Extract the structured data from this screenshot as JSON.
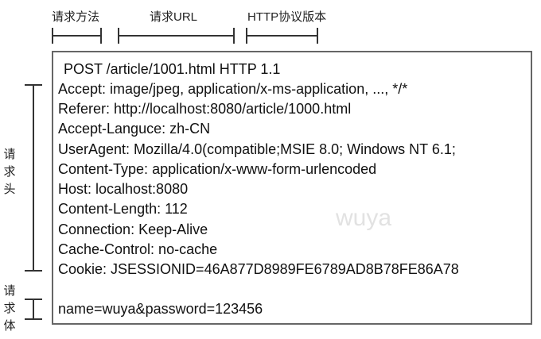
{
  "top_labels": {
    "method": "请求方法",
    "url": "请求URL",
    "protocol": "HTTP协议版本"
  },
  "side_labels": {
    "headers": [
      "请",
      "求",
      "头"
    ],
    "body": [
      "请",
      "求",
      "体"
    ]
  },
  "request": {
    "request_line": "POST /article/1001.html HTTP 1.1",
    "headers": [
      "Accept: image/jpeg, application/x-ms-application, ..., */*",
      "Referer: http://localhost:8080/article/1000.html",
      "Accept-Languce: zh-CN",
      "UserAgent: Mozilla/4.0(compatible;MSIE 8.0; Windows NT 6.1;",
      "Content-Type: application/x-www-form-urlencoded",
      "Host: localhost:8080",
      "Content-Length: 112",
      "Connection: Keep-Alive",
      "Cache-Control: no-cache",
      "Cookie: JSESSIONID=46A877D8989FE6789AD8B78FE86A78"
    ],
    "body": "name=wuya&password=123456"
  },
  "watermark": "wuya"
}
